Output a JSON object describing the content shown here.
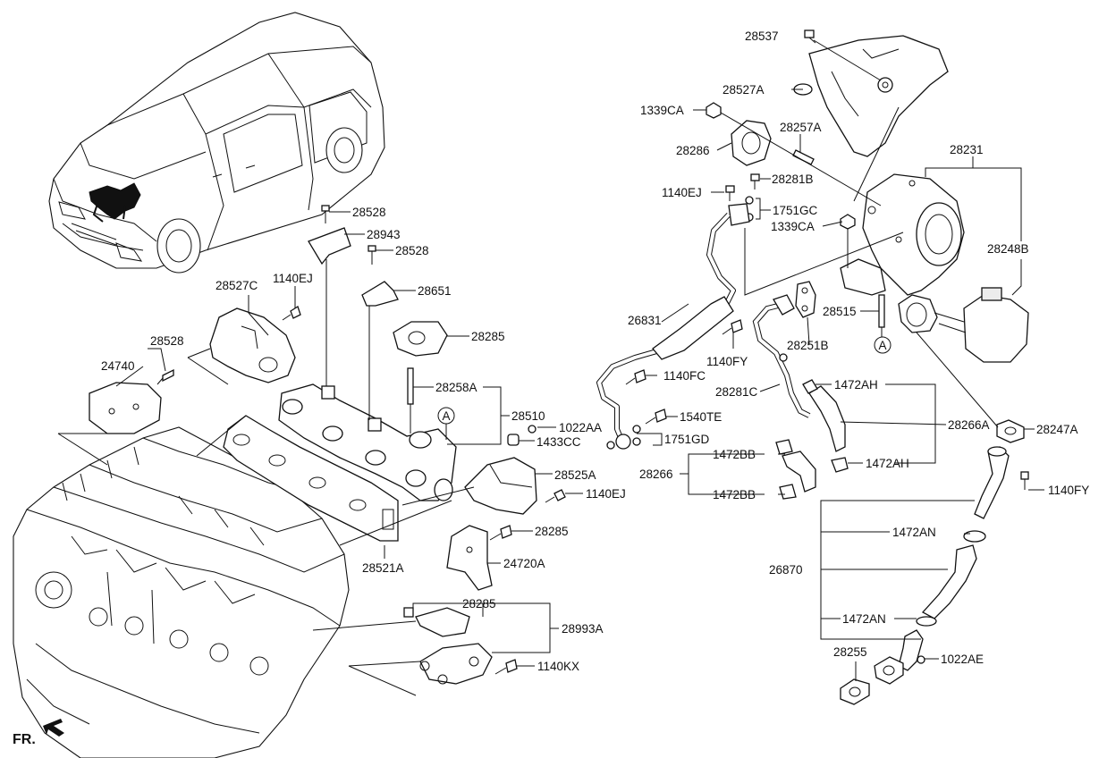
{
  "labels": {
    "l28537": "28537",
    "l28527A": "28527A",
    "l1339CA_1": "1339CA",
    "l28257A": "28257A",
    "l28286": "28286",
    "l28231": "28231",
    "l28281B": "28281B",
    "l1140EJ_1": "1140EJ",
    "l1751GC": "1751GC",
    "l1339CA_2": "1339CA",
    "l28248B": "28248B",
    "l28528_1": "28528",
    "l28943": "28943",
    "l28528_2": "28528",
    "l28527C": "28527C",
    "l1140EJ_2": "1140EJ",
    "l28651": "28651",
    "l26831": "26831",
    "l28515": "28515",
    "l28251B": "28251B",
    "l28285_1": "28285",
    "l28528_3": "28528",
    "l24740": "24740",
    "l1140FY_1": "1140FY",
    "l1140FC": "1140FC",
    "l28258A": "28258A",
    "l28281C": "28281C",
    "l1472AH_1": "1472AH",
    "l28510": "28510",
    "l1022AA": "1022AA",
    "l1540TE": "1540TE",
    "l28266A": "28266A",
    "l28247A": "28247A",
    "l1433CC": "1433CC",
    "l1751GD": "1751GD",
    "l1472BB_1": "1472BB",
    "l28266": "28266",
    "l1472AH_2": "1472AH",
    "l28525A": "28525A",
    "l1140EJ_3": "1140EJ",
    "l1472BB_2": "1472BB",
    "l1140FY_2": "1140FY",
    "l28285_2": "28285",
    "l1472AN_1": "1472AN",
    "l28521A": "28521A",
    "l24720A": "24720A",
    "l26870": "26870",
    "l28285_3": "28285",
    "l28993A": "28993A",
    "l1472AN_2": "1472AN",
    "l28255": "28255",
    "l1022AE": "1022AE",
    "l1140KX": "1140KX",
    "refA_1": "A",
    "refA_2": "A",
    "fr": "FR."
  }
}
